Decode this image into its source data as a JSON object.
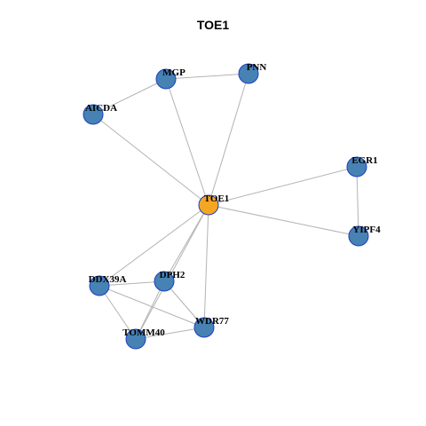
{
  "title": "TOE1",
  "colors": {
    "center_node": "#f5a623",
    "neighbor_node": "#4682b4",
    "node_border": "#1f3fbf",
    "edge": "#b3b3b3"
  },
  "nodes": [
    {
      "id": "TOE1",
      "label": "TOE1",
      "role": "center"
    },
    {
      "id": "MGP",
      "label": "MGP",
      "role": "neighbor"
    },
    {
      "id": "PNN",
      "label": "PNN",
      "role": "neighbor"
    },
    {
      "id": "AICDA",
      "label": "AICDA",
      "role": "neighbor"
    },
    {
      "id": "EGR1",
      "label": "EGR1",
      "role": "neighbor"
    },
    {
      "id": "YIPF4",
      "label": "YIPF4",
      "role": "neighbor"
    },
    {
      "id": "DDX39A",
      "label": "DDX39A",
      "role": "neighbor"
    },
    {
      "id": "DPH2",
      "label": "DPH2",
      "role": "neighbor"
    },
    {
      "id": "WDR77",
      "label": "WDR77",
      "role": "neighbor"
    },
    {
      "id": "TOMM40",
      "label": "TOMM40",
      "role": "neighbor"
    }
  ],
  "edges": [
    [
      "MGP",
      "PNN"
    ],
    [
      "MGP",
      "AICDA"
    ],
    [
      "MGP",
      "TOE1"
    ],
    [
      "PNN",
      "TOE1"
    ],
    [
      "AICDA",
      "TOE1"
    ],
    [
      "EGR1",
      "TOE1"
    ],
    [
      "EGR1",
      "YIPF4"
    ],
    [
      "YIPF4",
      "TOE1"
    ],
    [
      "DDX39A",
      "TOE1"
    ],
    [
      "DPH2",
      "TOE1"
    ],
    [
      "WDR77",
      "TOE1"
    ],
    [
      "TOMM40",
      "TOE1"
    ],
    [
      "DDX39A",
      "DPH2"
    ],
    [
      "DDX39A",
      "WDR77"
    ],
    [
      "DDX39A",
      "TOMM40"
    ],
    [
      "DPH2",
      "TOMM40"
    ],
    [
      "DPH2",
      "WDR77"
    ],
    [
      "TOMM40",
      "WDR77"
    ]
  ]
}
